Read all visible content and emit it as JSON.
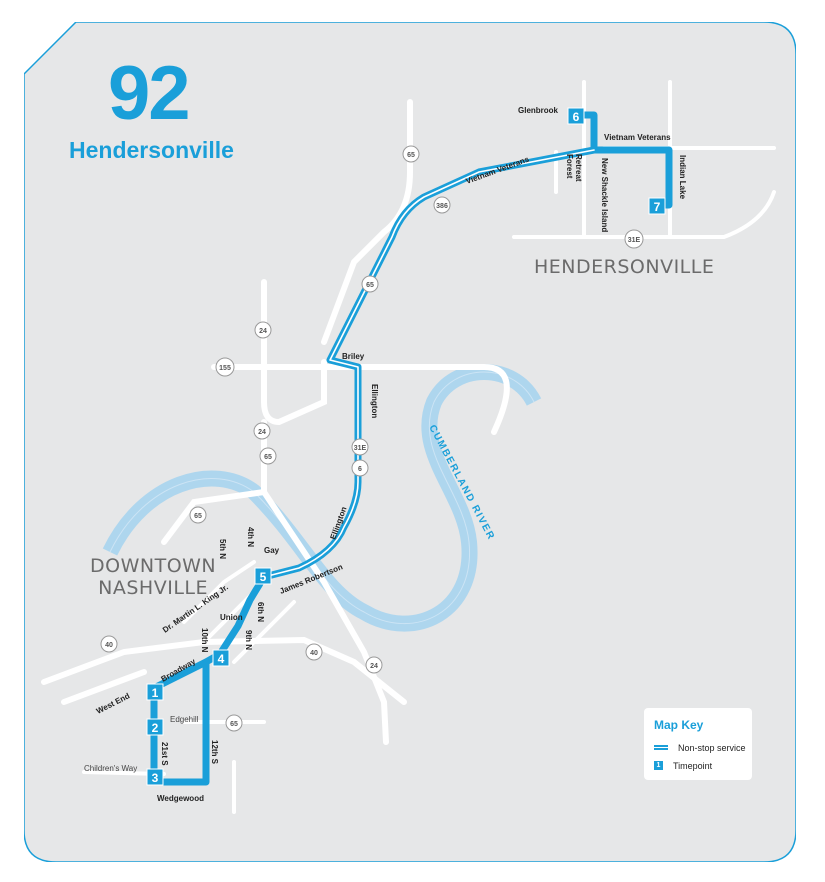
{
  "route": {
    "number": "92",
    "name": "Hendersonville"
  },
  "areas": {
    "hendersonville": "HENDERSONVILLE",
    "downtown_line1": "DOWNTOWN",
    "downtown_line2": "NASHVILLE"
  },
  "river": "CUMBERLAND RIVER",
  "shields": {
    "i65_north": "65",
    "sr386": "386",
    "i65_mid": "65",
    "i24_north": "24",
    "sr155": "155",
    "i24_mid": "24",
    "i65_south_bridge": "65",
    "us31e": "31E",
    "sr6": "6",
    "i65_downtown": "65",
    "i40_west": "40",
    "i40_east": "40",
    "i24_south": "24",
    "i65_edgehill": "65",
    "us31e_hville": "31E"
  },
  "streets": {
    "glenbrook": "Glenbrook",
    "vietnam_veterans_east": "Vietnam Veterans",
    "vietnam_veterans_west": "Vietnam Veterans",
    "forest_retreat_1": "Forest",
    "forest_retreat_2": "Retreat",
    "new_shackle_island": "New Shackle Island",
    "indian_lake": "Indian Lake",
    "briley": "Briley",
    "ellington_north": "Ellington",
    "ellington_south": "Ellington",
    "james_robertson": "James Robertson",
    "fifth_n": "5th N",
    "fourth_n": "4th N",
    "gay": "Gay",
    "mlk": "Dr. Martin L. King Jr.",
    "union": "Union",
    "sixth_n": "6th N",
    "tenth_n": "10th N",
    "ninth_n": "9th N",
    "broadway": "Broadway",
    "west_end": "West End",
    "edgehill": "Edgehill",
    "twentyfirst_s": "21st S",
    "twelfth_s": "12th S",
    "childrens_way": "Children's Way",
    "wedgewood": "Wedgewood"
  },
  "timepoints": [
    "1",
    "2",
    "3",
    "4",
    "5",
    "6",
    "7"
  ],
  "map_key": {
    "title": "Map Key",
    "nonstop_label": "Non-stop service",
    "timepoint_label": "Timepoint",
    "timepoint_sample": "1"
  },
  "colors": {
    "route": "#1a9fd9",
    "land": "#e6e7e8",
    "road": "#ffffff",
    "river": "#a7d4ee",
    "border": "#1a9fd9"
  }
}
